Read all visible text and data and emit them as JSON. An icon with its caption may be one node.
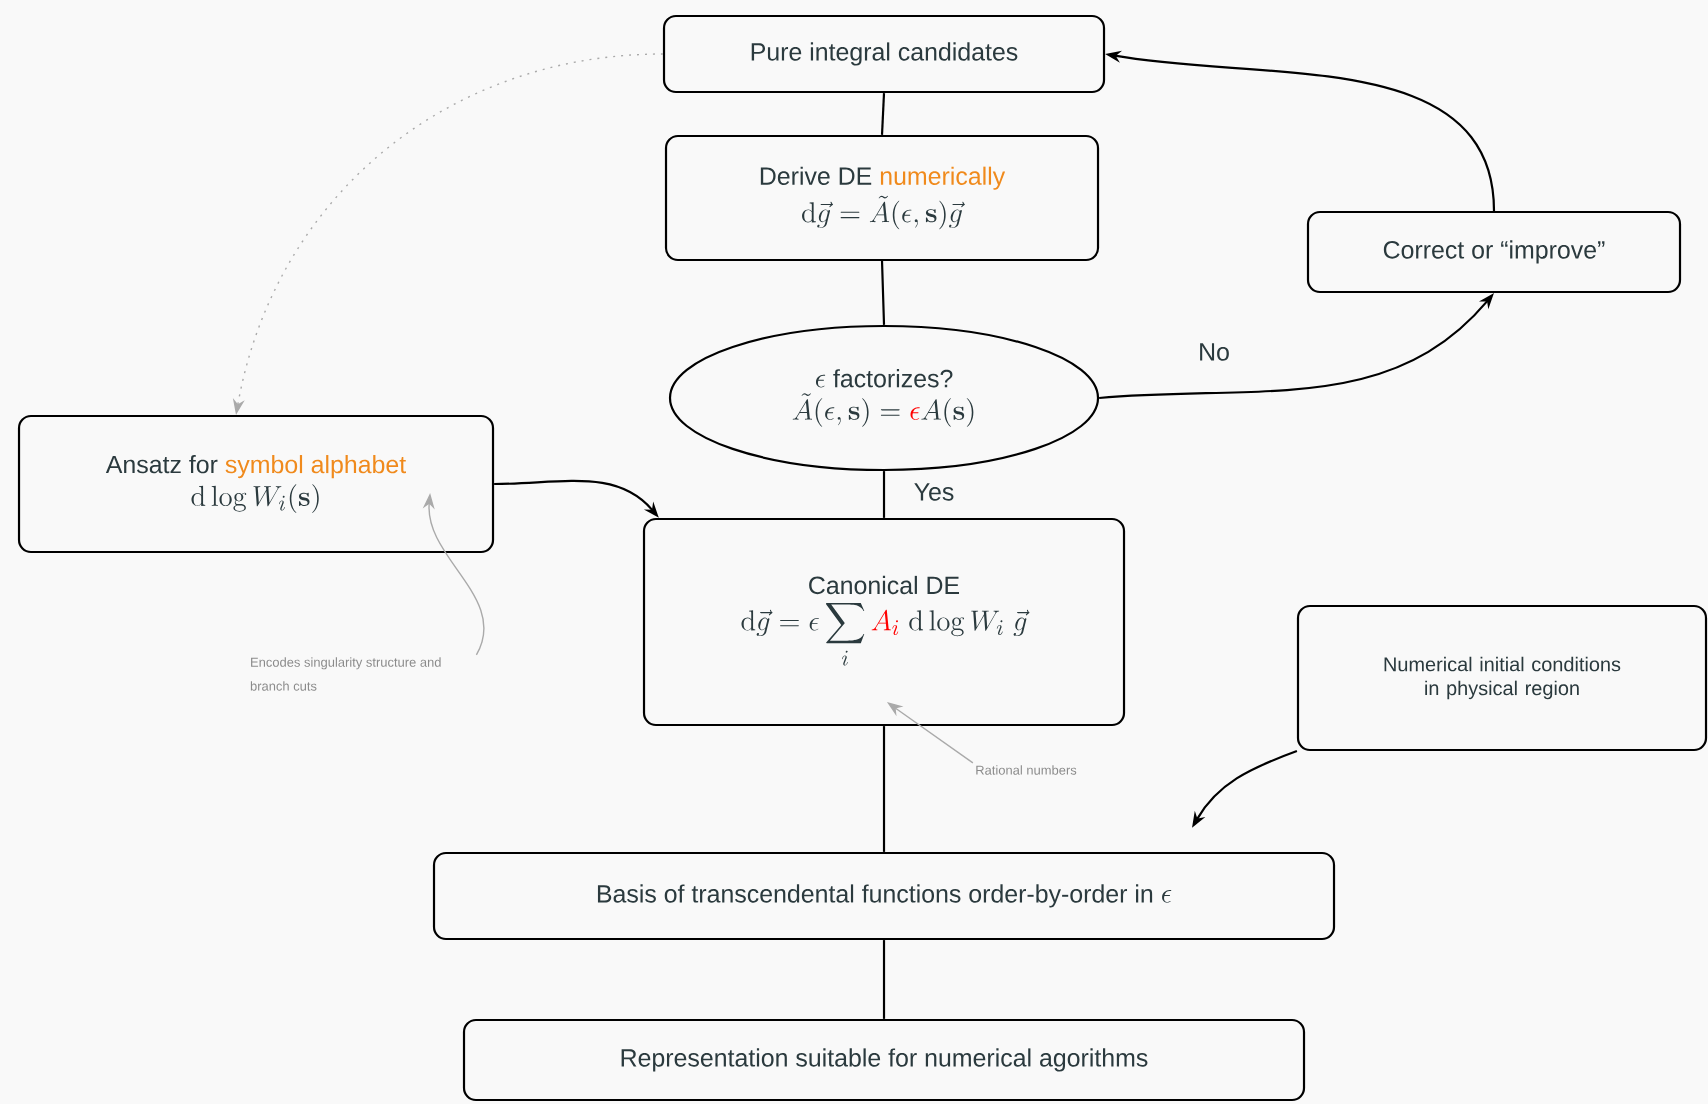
{
  "diagram": {
    "nodes": [
      {
        "text": [
          "Pure integral candidates"
        ]
      },
      {
        "text": [
          "Derive DE",
          "numerically",
          "\\mathrm{d}\\vec{g} = \\tilde{A}(\\epsilon,\\mathbf{s})\\vec{g}"
        ]
      },
      {
        "text": [
          "\\epsilon",
          "factorizes?",
          "\\tilde{A}(\\epsilon,\\mathbf{s}) = {\\color{red}\\epsilon} A(\\mathbf{s})"
        ]
      },
      {
        "text": [
          "Correct or “improve”"
        ]
      },
      {
        "text": [
          "Ansatz for",
          "symbol alphabet",
          "\\mathrm{d}\\log W_i(\\mathbf{s})"
        ]
      },
      {
        "text": [
          "Canonical DE",
          "\\mathrm{d}\\vec{g} = \\epsilon \\sum_i {\\color{red}A_i}\\;\\mathrm{d}\\log W_i\\ \\vec{g}"
        ]
      },
      {
        "text": [
          "Numerical initial conditions in physical region"
        ]
      },
      {
        "text": [
          "Basis of transcendental functions order-by-order in",
          "\\epsilon"
        ]
      },
      {
        "text": [
          "Representation suitable for numerical agorithms"
        ]
      },
      {
        "text": [
          "Encodes singularity structure and branch cuts"
        ]
      },
      {
        "text": [
          "Rational numbers"
        ]
      }
    ],
    "edges": [
      {
        "from": 0,
        "to": 1,
        "arrow": "none"
      },
      {
        "from": 1,
        "to": 2,
        "arrow": "none"
      },
      {
        "from": 2,
        "to": 3,
        "arrow": "to",
        "label": "No"
      },
      {
        "from": 3,
        "to": 0,
        "arrow": "to"
      },
      {
        "from": 2,
        "to": 5,
        "arrow": "none",
        "label": "Yes"
      },
      {
        "from": 0,
        "to": 4,
        "arrow": "to",
        "style": "dashed",
        "color": "#aaaaaa"
      },
      {
        "from": 4,
        "to": 5,
        "arrow": "to"
      },
      {
        "from": 9,
        "to": 4,
        "arrow": "to",
        "color": "#aaaaaa"
      },
      {
        "from": 10,
        "to": 5,
        "arrow": "to",
        "color": "#aaaaaa"
      },
      {
        "from": 5,
        "to": 7,
        "arrow": "none"
      },
      {
        "from": 6,
        "to": 7,
        "arrow": "to"
      },
      {
        "from": 7,
        "to": 8,
        "arrow": "none"
      }
    ]
  }
}
